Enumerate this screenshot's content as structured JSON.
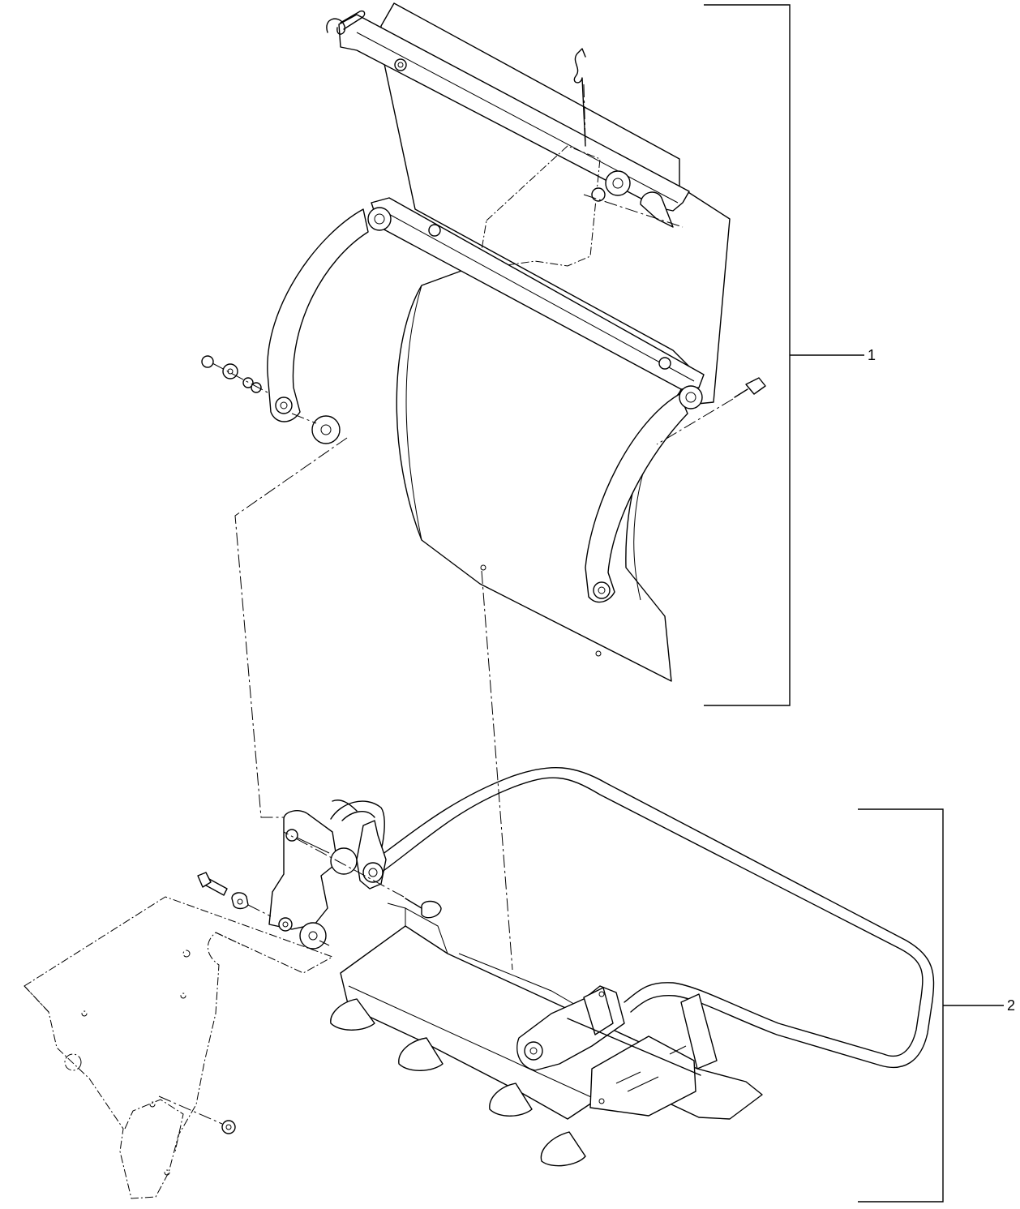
{
  "callouts": [
    {
      "id": "callout-1",
      "label": "1"
    },
    {
      "id": "callout-2",
      "label": "2"
    }
  ]
}
